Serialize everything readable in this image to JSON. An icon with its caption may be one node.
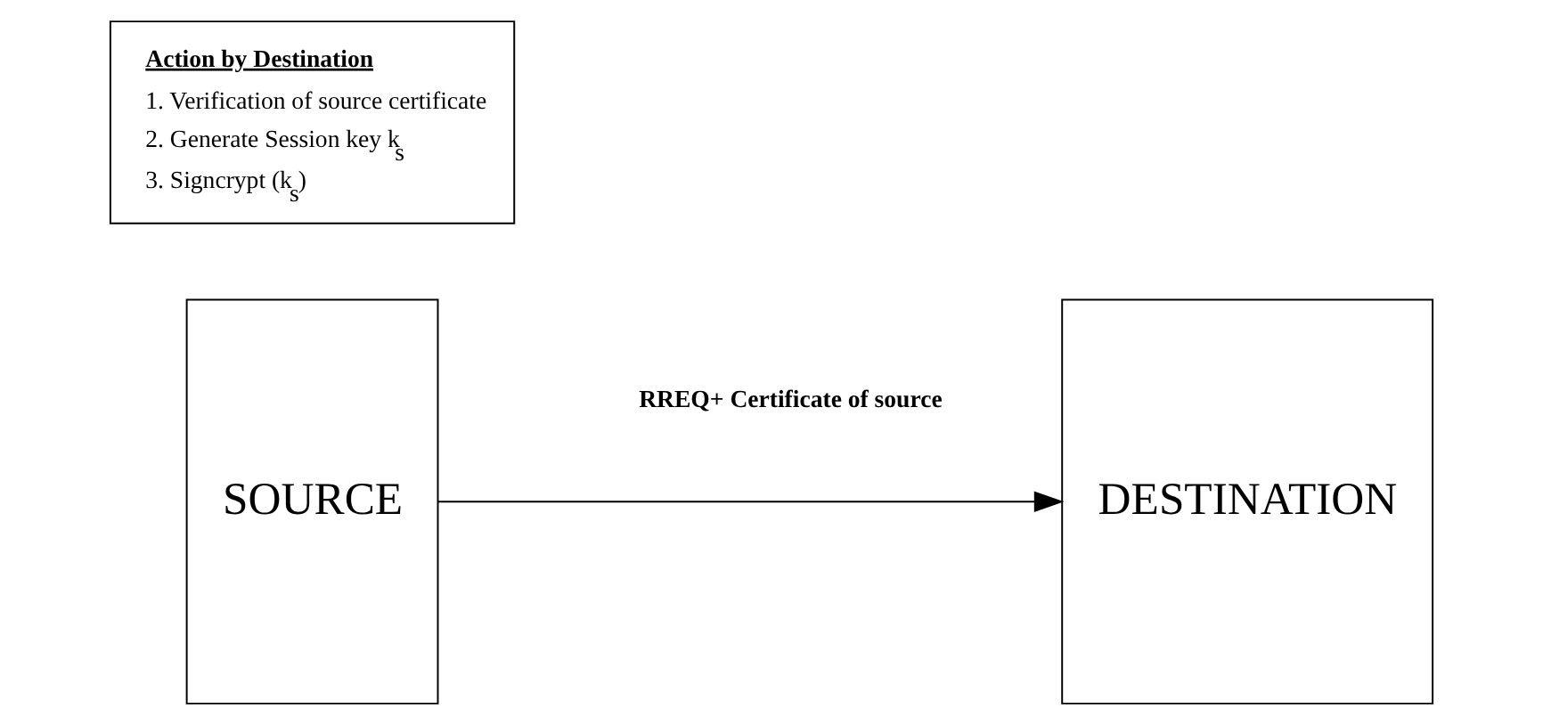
{
  "diagram": {
    "nodes": [
      {
        "text": [
          "SOURCE"
        ]
      },
      {
        "text": [
          "DESTINATION"
        ]
      },
      {
        "text": [
          "Action by Destination",
          "1. Verification of source certificate",
          "2. Generate Session key k$_{s}$",
          "3. Signcrypt (k$_{s}$)"
        ]
      }
    ],
    "edges": [
      {
        "from": 0,
        "to": 1,
        "arrow": "to",
        "label": "RREQ+ Certificate of source"
      }
    ]
  }
}
